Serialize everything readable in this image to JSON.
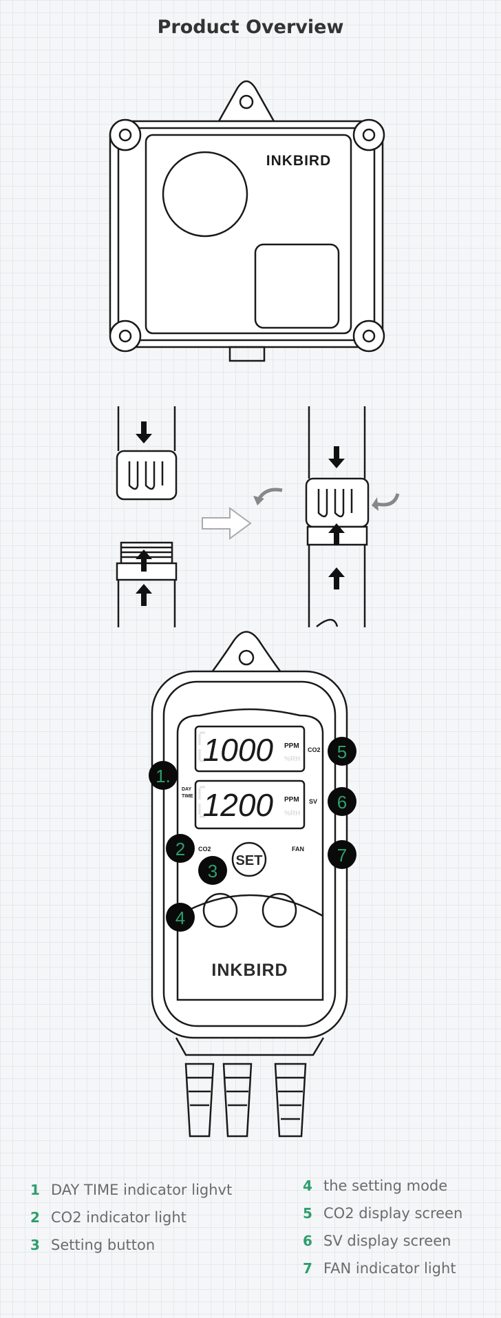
{
  "title": "Product Overview",
  "top_device": {
    "brand": "INKBIRD"
  },
  "controller": {
    "brand": "INKBIRD",
    "display1": {
      "value": "1000",
      "unit": "PPM",
      "unit_dim": "%RH",
      "label": "CO2"
    },
    "display2": {
      "value": "1200",
      "unit": "PPM",
      "unit_dim": "%RH",
      "label": "SV"
    },
    "day_label": "DAY",
    "time_label": "TIME",
    "co2_label": "CO2",
    "fan_label": "FAN",
    "set_label": "SET"
  },
  "callouts": [
    "1.",
    "2",
    "3",
    "4",
    "5",
    "6",
    "7"
  ],
  "legend": [
    {
      "num": "1",
      "text": "DAY TIME indicator lighvt"
    },
    {
      "num": "2",
      "text": "CO2 indicator light"
    },
    {
      "num": "3",
      "text": "Setting button"
    },
    {
      "num": "4",
      "text": "the setting mode"
    },
    {
      "num": "5",
      "text": "CO2 display screen"
    },
    {
      "num": "6",
      "text": "SV display screen"
    },
    {
      "num": "7",
      "text": "FAN indicator light"
    }
  ],
  "colors": {
    "accent": "#2e9e6e",
    "ink": "#1a1a1a",
    "text": "#6b6b6b"
  }
}
